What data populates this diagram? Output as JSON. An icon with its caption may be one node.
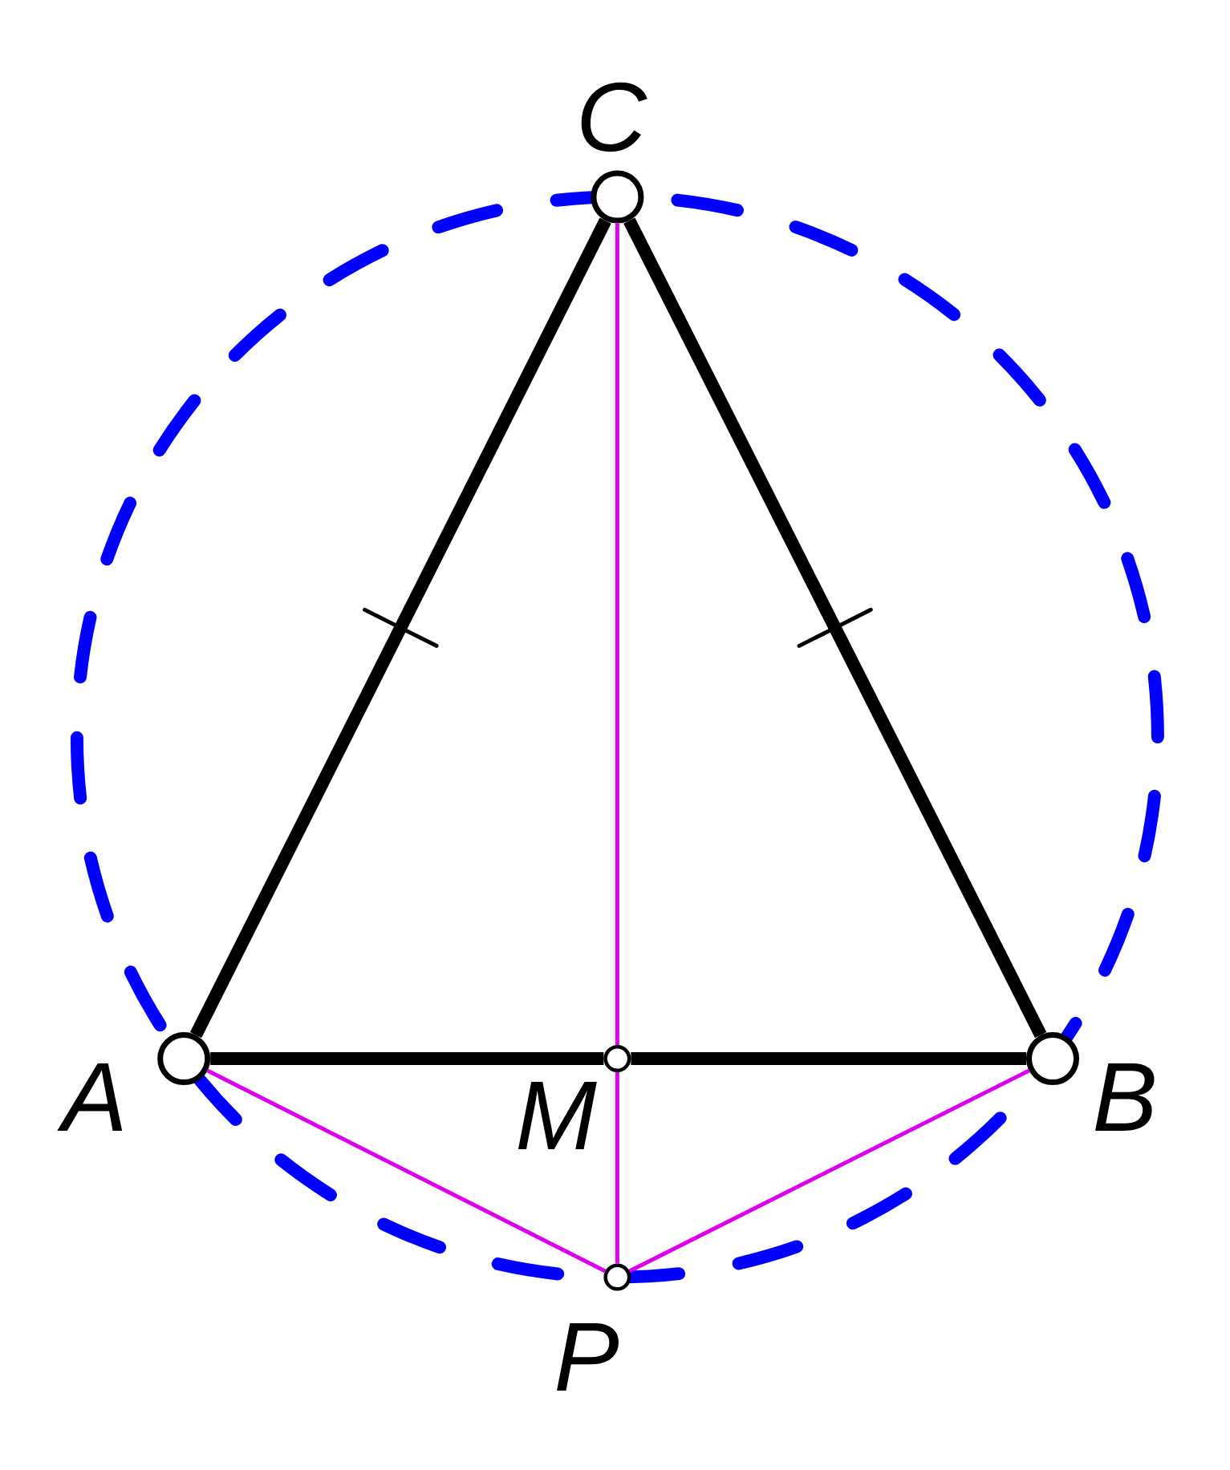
{
  "diagram": {
    "nodes": [
      {
        "text": [],
        "shape": "circle",
        "beside": [
          "A"
        ]
      },
      {
        "text": [],
        "shape": "circle",
        "beside": [
          "B"
        ]
      },
      {
        "text": [],
        "shape": "circle",
        "beside": [
          "C"
        ]
      },
      {
        "text": [],
        "shape": "circle",
        "beside": [
          "M"
        ]
      },
      {
        "text": [],
        "shape": "circle",
        "beside": [
          "P"
        ]
      }
    ],
    "edges": [
      {
        "from": 0,
        "to": 3,
        "arrow": "none",
        "style": "thick",
        "color": "#000000"
      },
      {
        "from": 3,
        "to": 1,
        "arrow": "none",
        "style": "thick",
        "color": "#000000"
      },
      {
        "from": 1,
        "to": 2,
        "arrow": "none",
        "style": "thick",
        "color": "#000000"
      },
      {
        "from": 2,
        "to": 0,
        "arrow": "none",
        "style": "thick",
        "color": "#000000"
      },
      {
        "from": 2,
        "to": 3,
        "arrow": "none",
        "color": "#dd00ee"
      },
      {
        "from": 3,
        "to": 4,
        "arrow": "none",
        "color": "#dd00ee"
      },
      {
        "from": 0,
        "to": 4,
        "arrow": "none",
        "color": "#dd00ee"
      },
      {
        "from": 1,
        "to": 4,
        "arrow": "none",
        "color": "#dd00ee"
      }
    ]
  }
}
